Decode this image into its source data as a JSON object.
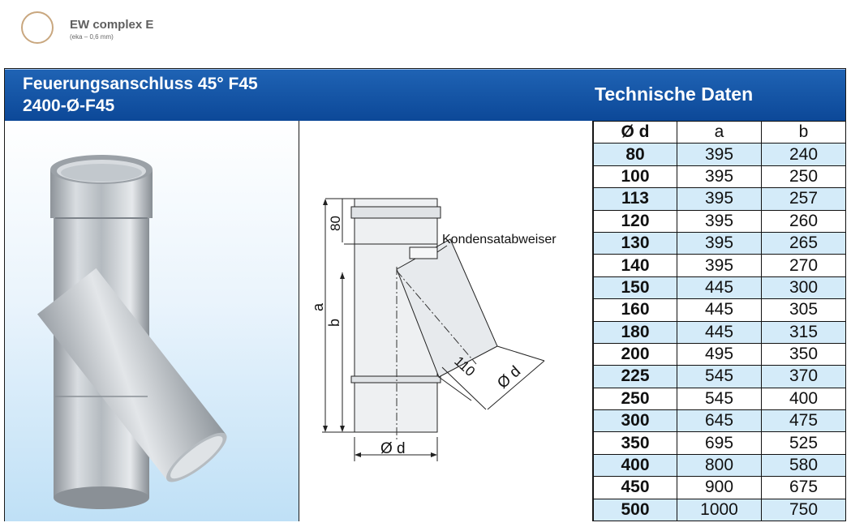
{
  "brand": {
    "name": "EW complex E",
    "subtitle": "(eka – 0,6 mm)"
  },
  "product": {
    "title": "Feuerungsanschluss 45° F45",
    "code": "2400-Ø-F45"
  },
  "tech_header": "Technische Daten",
  "drawing": {
    "dim_80": "80",
    "dim_a": "a",
    "dim_b": "b",
    "dim_110": "110",
    "dim_d_branch": "Ø d",
    "dim_d_bottom": "Ø d",
    "label_condensate": "Kondensatabweiser"
  },
  "table": {
    "headers": [
      "Ø d",
      "a",
      "b"
    ],
    "rows": [
      [
        "80",
        "395",
        "240"
      ],
      [
        "100",
        "395",
        "250"
      ],
      [
        "113",
        "395",
        "257"
      ],
      [
        "120",
        "395",
        "260"
      ],
      [
        "130",
        "395",
        "265"
      ],
      [
        "140",
        "395",
        "270"
      ],
      [
        "150",
        "445",
        "300"
      ],
      [
        "160",
        "445",
        "305"
      ],
      [
        "180",
        "445",
        "315"
      ],
      [
        "200",
        "495",
        "350"
      ],
      [
        "225",
        "545",
        "370"
      ],
      [
        "250",
        "545",
        "400"
      ],
      [
        "300",
        "645",
        "475"
      ],
      [
        "350",
        "695",
        "525"
      ],
      [
        "400",
        "800",
        "580"
      ],
      [
        "450",
        "900",
        "675"
      ],
      [
        "500",
        "1000",
        "750"
      ]
    ]
  },
  "colors": {
    "header_blue": "#0c4898",
    "row_alt": "#d4ebf9",
    "brand_ring": "#c9a77f"
  }
}
